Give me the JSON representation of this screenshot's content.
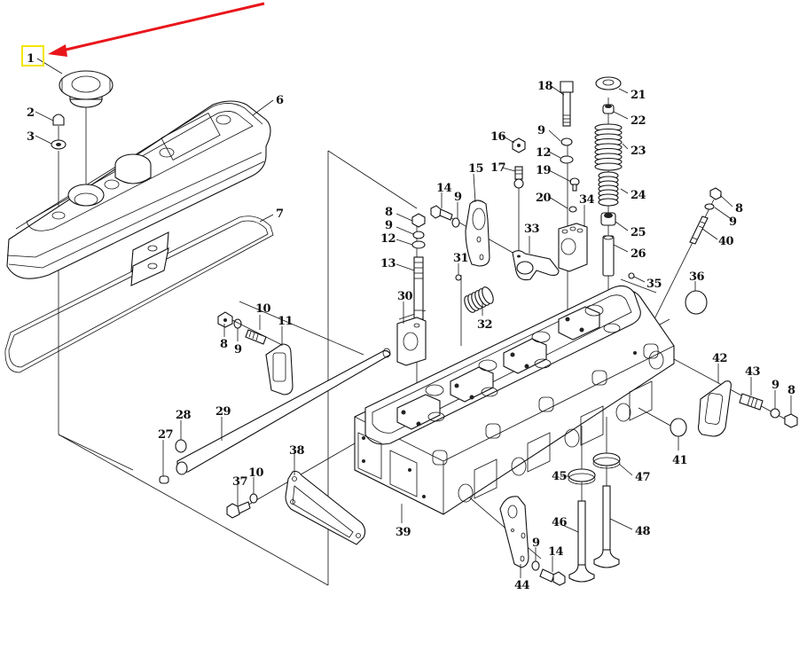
{
  "diagram": {
    "title": "Cylinder head exploded parts view",
    "highlight": {
      "label": "1",
      "box_color": "#f2e600",
      "arrow_color": "#e8161b"
    },
    "callouts": [
      {
        "id": "c1",
        "label": "1",
        "part": "oil filler cap"
      },
      {
        "id": "c2",
        "label": "2",
        "part": "cap nut"
      },
      {
        "id": "c3",
        "label": "3",
        "part": "sealing washer"
      },
      {
        "id": "c6",
        "label": "6",
        "part": "valve cover"
      },
      {
        "id": "c7",
        "label": "7",
        "part": "valve cover gasket"
      },
      {
        "id": "c8a",
        "label": "8",
        "part": "nut"
      },
      {
        "id": "c9a",
        "label": "9",
        "part": "spring washer"
      },
      {
        "id": "c10a",
        "label": "10",
        "part": "stud"
      },
      {
        "id": "c11",
        "label": "11",
        "part": "gasket"
      },
      {
        "id": "c8b",
        "label": "8",
        "part": "nut"
      },
      {
        "id": "c9b",
        "label": "9",
        "part": "spring washer"
      },
      {
        "id": "c12a",
        "label": "12",
        "part": "flat washer"
      },
      {
        "id": "c13",
        "label": "13",
        "part": "stud"
      },
      {
        "id": "c14a",
        "label": "14",
        "part": "bolt"
      },
      {
        "id": "c9c",
        "label": "9",
        "part": "spring washer"
      },
      {
        "id": "c15",
        "label": "15",
        "part": "lifting eye"
      },
      {
        "id": "c16",
        "label": "16",
        "part": "lock nut"
      },
      {
        "id": "c17",
        "label": "17",
        "part": "adjusting screw"
      },
      {
        "id": "c18",
        "label": "18",
        "part": "bolt"
      },
      {
        "id": "c9d",
        "label": "9",
        "part": "spring washer"
      },
      {
        "id": "c12b",
        "label": "12",
        "part": "flat washer"
      },
      {
        "id": "c19",
        "label": "19",
        "part": "screw"
      },
      {
        "id": "c20",
        "label": "20",
        "part": "washer"
      },
      {
        "id": "c34",
        "label": "34",
        "part": "rocker support"
      },
      {
        "id": "c21",
        "label": "21",
        "part": "spring retainer"
      },
      {
        "id": "c22",
        "label": "22",
        "part": "valve collet"
      },
      {
        "id": "c23",
        "label": "23",
        "part": "outer valve spring"
      },
      {
        "id": "c24",
        "label": "24",
        "part": "inner valve spring"
      },
      {
        "id": "c25",
        "label": "25",
        "part": "valve stem seal"
      },
      {
        "id": "c26",
        "label": "26",
        "part": "valve guide"
      },
      {
        "id": "c33",
        "label": "33",
        "part": "rocker arm"
      },
      {
        "id": "c31",
        "label": "31",
        "part": "plug"
      },
      {
        "id": "c32",
        "label": "32",
        "part": "rocker spring"
      },
      {
        "id": "c30",
        "label": "30",
        "part": "rocker support"
      },
      {
        "id": "c35",
        "label": "35",
        "part": "plug"
      },
      {
        "id": "c36",
        "label": "36",
        "part": "expansion plug"
      },
      {
        "id": "c8c",
        "label": "8",
        "part": "nut"
      },
      {
        "id": "c9e",
        "label": "9",
        "part": "spring washer"
      },
      {
        "id": "c40",
        "label": "40",
        "part": "stud"
      },
      {
        "id": "c42",
        "label": "42",
        "part": "exhaust gasket"
      },
      {
        "id": "c43",
        "label": "43",
        "part": "stud"
      },
      {
        "id": "c9f",
        "label": "9",
        "part": "spring washer"
      },
      {
        "id": "c8d",
        "label": "8",
        "part": "nut"
      },
      {
        "id": "c41",
        "label": "41",
        "part": "expansion plug"
      },
      {
        "id": "c28",
        "label": "28",
        "part": "circlip"
      },
      {
        "id": "c29",
        "label": "29",
        "part": "rocker shaft"
      },
      {
        "id": "c27",
        "label": "27",
        "part": "plug"
      },
      {
        "id": "c37",
        "label": "37",
        "part": "bolt"
      },
      {
        "id": "c10b",
        "label": "10",
        "part": "washer"
      },
      {
        "id": "c38",
        "label": "38",
        "part": "end plate gasket"
      },
      {
        "id": "c39",
        "label": "39",
        "part": "cylinder head"
      },
      {
        "id": "c45",
        "label": "45",
        "part": "intake valve seat"
      },
      {
        "id": "c47",
        "label": "47",
        "part": "exhaust valve seat"
      },
      {
        "id": "c46",
        "label": "46",
        "part": "intake valve"
      },
      {
        "id": "c48",
        "label": "48",
        "part": "exhaust valve"
      },
      {
        "id": "c44",
        "label": "44",
        "part": "lifting bracket"
      },
      {
        "id": "c9g",
        "label": "9",
        "part": "spring washer"
      },
      {
        "id": "c14b",
        "label": "14",
        "part": "bolt"
      }
    ]
  }
}
